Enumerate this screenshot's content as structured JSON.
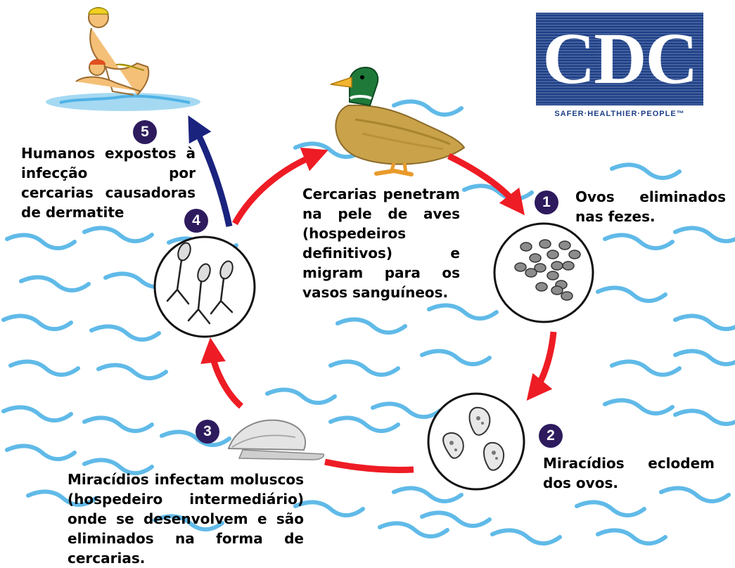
{
  "logo": {
    "text": "CDC",
    "tagline": "SAFER·HEALTHIER·PEOPLE™",
    "color": "#1d3f87"
  },
  "colors": {
    "water": "#4fb3e6",
    "arrow_red": "#ee1c24",
    "arrow_blue": "#1a237e",
    "badge": "#2d1b5e"
  },
  "steps": [
    {
      "number": "1",
      "text": "Ovos eliminados nas fezes."
    },
    {
      "number": "2",
      "text": "Miracídios eclodem dos ovos."
    },
    {
      "number": "3",
      "text": "Miracídios infectam moluscos (hospedeiro intermediário) onde se desenvolvem e são eliminados na forma de cercarias."
    },
    {
      "number": "4",
      "text": "Cercarias penetram na pele de aves (hospedeiros definitivos) e migram para os vasos sanguíneos."
    },
    {
      "number": "5",
      "text": "Humanos expostos à infecção por cercarias causadoras de dermatite"
    }
  ]
}
